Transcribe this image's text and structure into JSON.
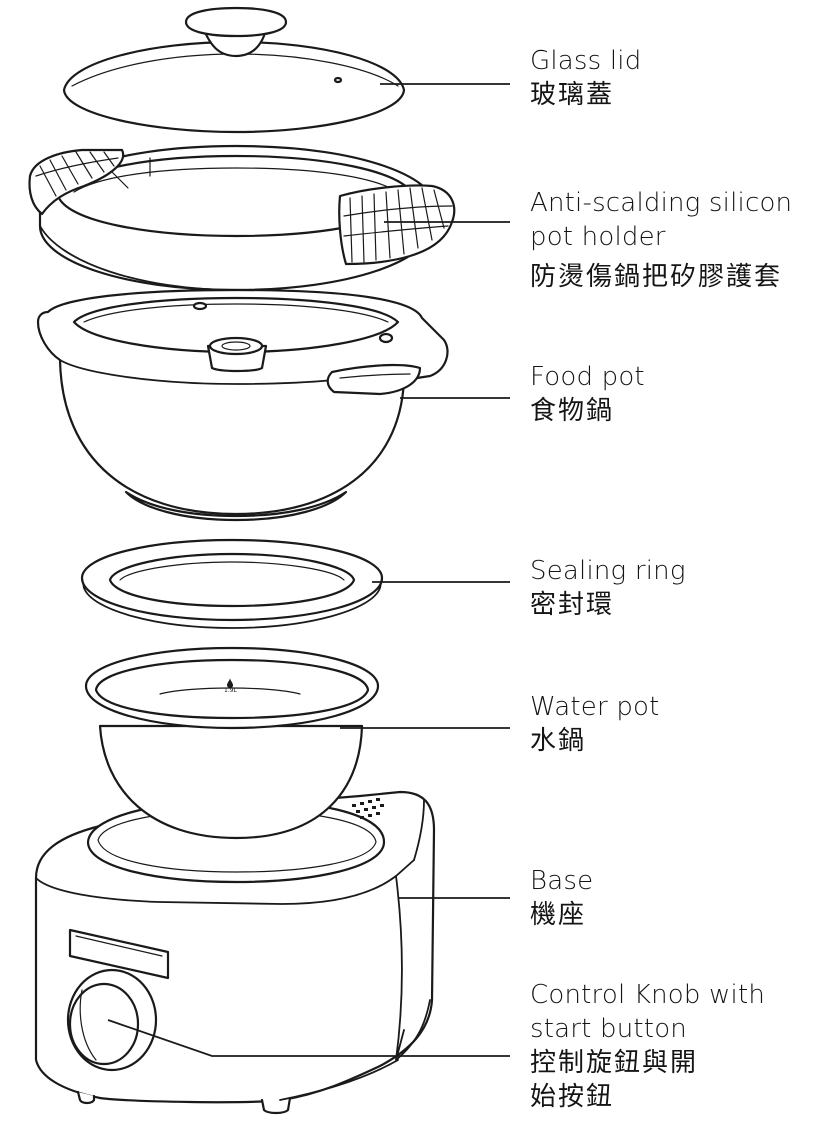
{
  "parts": [
    {
      "id": "glass-lid",
      "en": "Glass lid",
      "cn": "玻璃蓋"
    },
    {
      "id": "pot-holder",
      "en": "Anti-scalding silicon pot holder",
      "cn": "防燙傷鍋把矽膠護套"
    },
    {
      "id": "food-pot",
      "en": "Food pot",
      "cn": "食物鍋"
    },
    {
      "id": "sealing-ring",
      "en": "Sealing ring",
      "cn": "密封環"
    },
    {
      "id": "water-pot",
      "en": "Water pot",
      "cn": "水鍋",
      "marking": "1.9L"
    },
    {
      "id": "base",
      "en": "Base",
      "cn": "機座"
    },
    {
      "id": "control-knob",
      "en": "Control Knob with start button",
      "cn": "控制旋鈕與開始按鈕"
    }
  ],
  "colors": {
    "line": "#1a1a1a",
    "background": "#ffffff"
  }
}
